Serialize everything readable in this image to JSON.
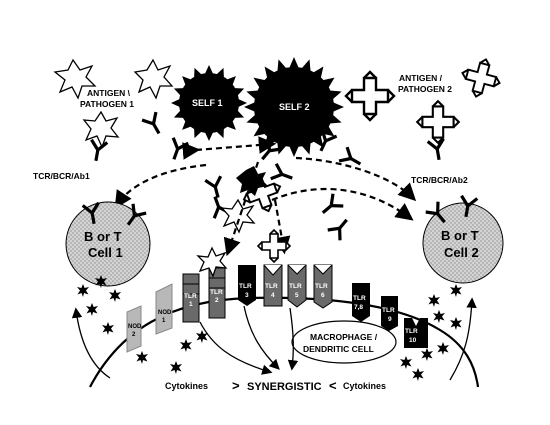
{
  "labels": {
    "antigen1_line1": "ANTIGEN \\",
    "antigen1_line2": "PATHOGEN 1",
    "antigen2_line1": "ANTIGEN /",
    "antigen2_line2": "PATHOGEN 2",
    "self1": "SELF 1",
    "self2": "SELF 2",
    "receptor1": "TCR/BCR/Ab1",
    "receptor2": "TCR/BCR/Ab2",
    "cell1_line1": "B or T",
    "cell1_line2": "Cell 1",
    "cell2_line1": "B or T",
    "cell2_line2": "Cell 2",
    "macrophage_line1": "MACROPHAGE /",
    "macrophage_line2": "DENDRITIC CELL",
    "cytokines_left": "Cytokines",
    "cytokines_right": "Cytokines",
    "gt": ">",
    "lt": "<",
    "synergistic": "SYNERGISTIC"
  },
  "nods": [
    {
      "line1": "NOD",
      "line2": "2"
    },
    {
      "line1": "NOD",
      "line2": "1"
    }
  ],
  "tlrs": [
    {
      "line1": "TLR",
      "line2": "1"
    },
    {
      "line1": "TLR",
      "line2": "2"
    },
    {
      "line1": "TLR",
      "line2": "3"
    },
    {
      "line1": "TLR",
      "line2": "4"
    },
    {
      "line1": "TLR",
      "line2": "5"
    },
    {
      "line1": "TLR",
      "line2": "6"
    },
    {
      "line1": "TLR",
      "line2": "7,8"
    },
    {
      "line1": "TLR",
      "line2": "9"
    },
    {
      "line1": "TLR",
      "line2": "10"
    }
  ],
  "colors": {
    "ink": "#000000",
    "nod_fill": "#b8b8b8",
    "tlr_gray": "#6a6a6a",
    "cell_fill": "#c8c8c8"
  }
}
